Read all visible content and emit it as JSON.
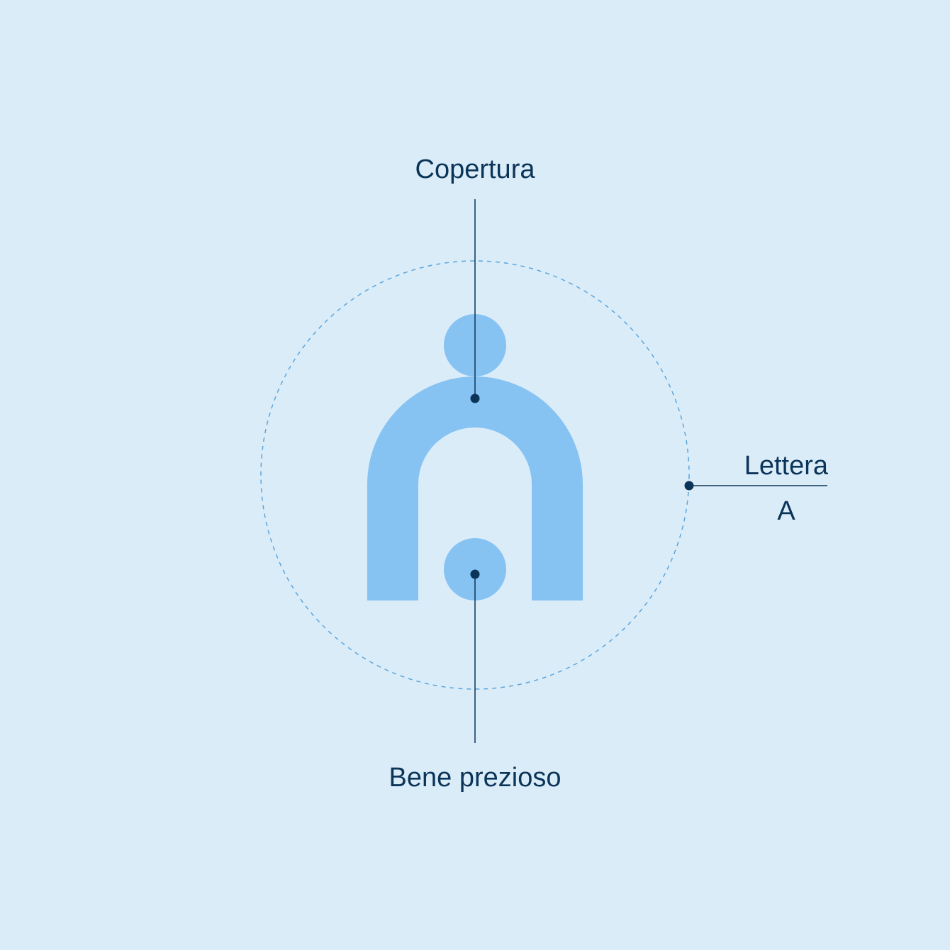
{
  "colors": {
    "background": "#dbecf9",
    "shape": "#86c3f2",
    "ink": "#0b3558",
    "guide_circle": "#5aa6dc"
  },
  "labels": {
    "top": "Copertura",
    "bottom": "Bene prezioso",
    "right_top": "Lettera",
    "right_bottom": "A"
  }
}
